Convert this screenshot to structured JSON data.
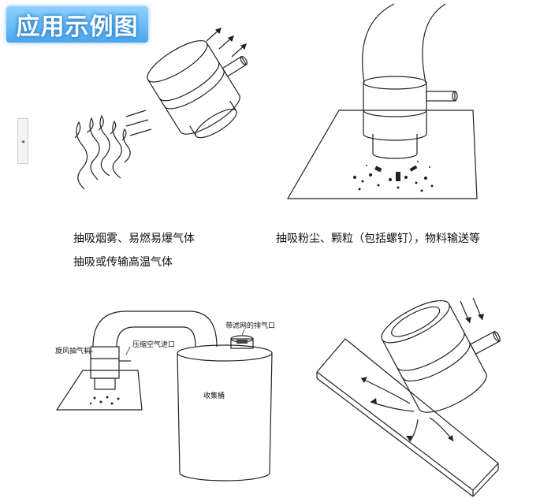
{
  "badge": {
    "title": "应用示例图"
  },
  "side_tab": {
    "icon": "chevron-left-icon",
    "glyph": "◂"
  },
  "captions": {
    "top_left_line1": "抽吸烟雾、易燃易爆气体",
    "top_left_line2": "抽吸或传输高温气体",
    "top_right": "抽吸粉尘、颗粒（包括螺钉），物料输送等"
  },
  "bottom_left_labels": {
    "amplifier": "旋风抽气机",
    "air_inlet": "压缩空气进口",
    "filter_exhaust": "带滤网的排气口",
    "collector": "收集桶"
  },
  "colors": {
    "badge_top": "#8fd1ff",
    "badge_bottom": "#4aa8ee",
    "line": "#222222"
  }
}
